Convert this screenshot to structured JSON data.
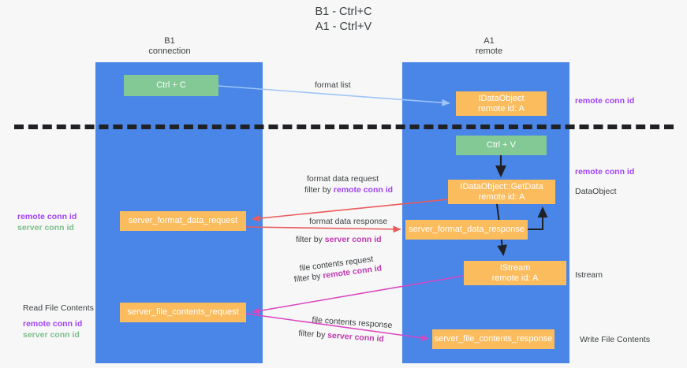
{
  "title": {
    "line1": "B1 - Ctrl+C",
    "line2": "A1 - Ctrl+V"
  },
  "lanes": [
    {
      "id": "b1",
      "title": "B1",
      "subtitle": "connection",
      "color": "#4a86e8"
    },
    {
      "id": "a1",
      "title": "A1",
      "subtitle": "remote",
      "color": "#4a86e8"
    }
  ],
  "colors": {
    "lane": "#4a86e8",
    "green_box": "#82c995",
    "orange_box": "#fbbc5e",
    "remote_conn_id": "#a142f4",
    "server_conn_id_left": "#7bbf8a",
    "server_conn_id_label": "#c238b0",
    "divider": "#202124",
    "arrow_blue": "#9fc5f8",
    "arrow_red": "#ea5b5b",
    "arrow_magenta": "#d946c0",
    "arrow_black": "#202124",
    "background": "#f7f7f7",
    "text": "#3c4043"
  },
  "boxes": {
    "ctrl_c": "Ctrl + C",
    "idataobject": {
      "line1": "IDataObject",
      "line2": "remote id: A"
    },
    "ctrl_v": "Ctrl + V",
    "getdata": {
      "line1": "IDataObject::GetData",
      "line2": "remote id: A"
    },
    "server_format_data_request": "server_format_data_request",
    "server_format_data_response": "server_format_data_response",
    "istream": {
      "line1": "IStream",
      "line2": "remote id: A"
    },
    "server_file_contents_request": "server_file_contents_request",
    "server_file_contents_response": "server_file_contents_response"
  },
  "edge_labels": {
    "format_list": "format list",
    "format_data_request": "format data request",
    "format_data_request_filter_prefix": "filter by ",
    "format_data_request_filter_key": "remote conn id",
    "format_data_response": "format data response",
    "format_data_response_filter_prefix": "filter by ",
    "format_data_response_filter_key": "server conn id",
    "file_contents_request": "file contents request",
    "file_contents_request_filter_prefix": "filter by ",
    "file_contents_request_filter_key": "remote conn id",
    "file_contents_response": "file contents response",
    "file_contents_response_filter_prefix": "filter by ",
    "file_contents_response_filter_key": "server conn id"
  },
  "annotations": {
    "remote_conn_id_top": "remote conn id",
    "remote_conn_id_mid": "remote conn id",
    "dataobject": "DataObject",
    "istream": "Istream",
    "write_file_contents": "Write File Contents",
    "read_file_contents": "Read File Contents",
    "left_remote_conn_id": "remote conn id",
    "left_server_conn_id": "server conn id",
    "left2_remote_conn_id": "remote conn id",
    "left2_server_conn_id": "server conn id"
  }
}
